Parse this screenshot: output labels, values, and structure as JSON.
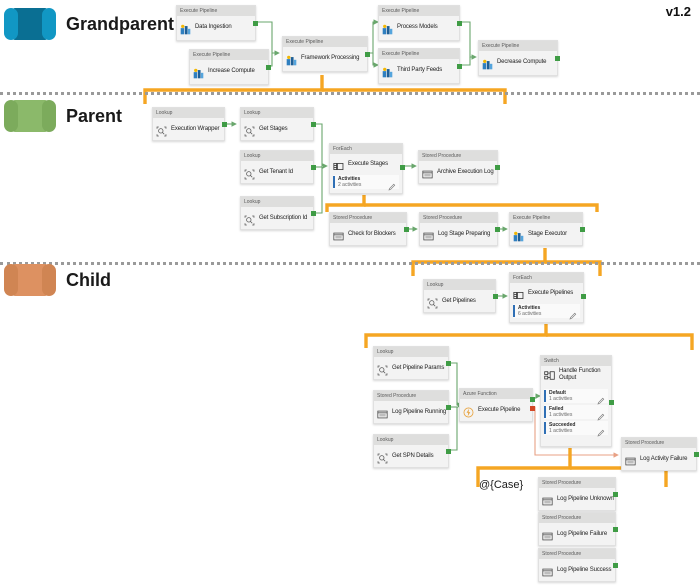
{
  "meta": {
    "version_label": "v1.2",
    "case_annotation": "@{Case}",
    "colors": {
      "grandparent": "#1197c4",
      "parent": "#8bb96a",
      "child": "#dd9161",
      "connector": "#6aa76d",
      "failure_connector": "#e8a185",
      "scope_bracket": "#f5a623",
      "divider": "#9a9a9a",
      "node_header": "#dededd",
      "node_body": "#f3f3f3",
      "port_success": "#3f9c45",
      "port_failure": "#d24726"
    }
  },
  "bands": [
    {
      "id": "grandparent",
      "label": "Grandparent",
      "color": "#1197c4"
    },
    {
      "id": "parent",
      "label": "Parent",
      "color": "#8bb96a"
    },
    {
      "id": "child",
      "label": "Child",
      "color": "#dd9161"
    }
  ],
  "nodes": {
    "data_ingestion": {
      "type": "Execute Pipeline",
      "title": "Data Ingestion"
    },
    "increase_compute": {
      "type": "Execute Pipeline",
      "title": "Increase Compute"
    },
    "framework_processing": {
      "type": "Execute Pipeline",
      "title": "Framework Processing"
    },
    "process_models": {
      "type": "Execute Pipeline",
      "title": "Process Models"
    },
    "third_party_feeds": {
      "type": "Execute Pipeline",
      "title": "Third Party Feeds"
    },
    "decrease_compute": {
      "type": "Execute Pipeline",
      "title": "Decrease Compute"
    },
    "execution_wrapper": {
      "type": "Lookup",
      "title": "Execution Wrapper"
    },
    "get_stages": {
      "type": "Lookup",
      "title": "Get Stages"
    },
    "get_tenant_id": {
      "type": "Lookup",
      "title": "Get Tenant Id"
    },
    "get_subscription_id": {
      "type": "Lookup",
      "title": "Get Subscription Id"
    },
    "execute_stages": {
      "type": "ForEach",
      "title": "Execute Stages",
      "activities_label": "Activities",
      "activities_count": "2 activities"
    },
    "archive_execution_log": {
      "type": "Stored Procedure",
      "title": "Archive Execution Log"
    },
    "check_for_blockers": {
      "type": "Stored Procedure",
      "title": "Check for Blockers"
    },
    "log_stage_preparing": {
      "type": "Stored Procedure",
      "title": "Log Stage Preparing"
    },
    "stage_executor": {
      "type": "Execute Pipeline",
      "title": "Stage Executor"
    },
    "get_pipelines": {
      "type": "Lookup",
      "title": "Get Pipelines"
    },
    "execute_pipelines": {
      "type": "ForEach",
      "title": "Execute Pipelines",
      "activities_label": "Activities",
      "activities_count": "6 activities"
    },
    "get_pipeline_params": {
      "type": "Lookup",
      "title": "Get Pipeline Params"
    },
    "log_pipeline_running": {
      "type": "Stored Procedure",
      "title": "Log Pipeline Running"
    },
    "get_spn_details": {
      "type": "Lookup",
      "title": "Get SPN Details"
    },
    "execute_pipeline_fn": {
      "type": "Azure Function",
      "title": "Execute Pipeline"
    },
    "handle_function_output": {
      "type": "Switch",
      "title": "Handle Function Output",
      "cases": [
        {
          "label": "Default",
          "count": "1 activities"
        },
        {
          "label": "Failed",
          "count": "1 activities"
        },
        {
          "label": "Succeeded",
          "count": "1 activities"
        }
      ]
    },
    "log_activity_failure": {
      "type": "Stored Procedure",
      "title": "Log Activity Failure"
    },
    "log_pipeline_unknown": {
      "type": "Stored Procedure",
      "title": "Log Pipeline Unknown"
    },
    "log_pipeline_failure": {
      "type": "Stored Procedure",
      "title": "Log Pipeline Failure"
    },
    "log_pipeline_success": {
      "type": "Stored Procedure",
      "title": "Log Pipeline Success"
    }
  }
}
